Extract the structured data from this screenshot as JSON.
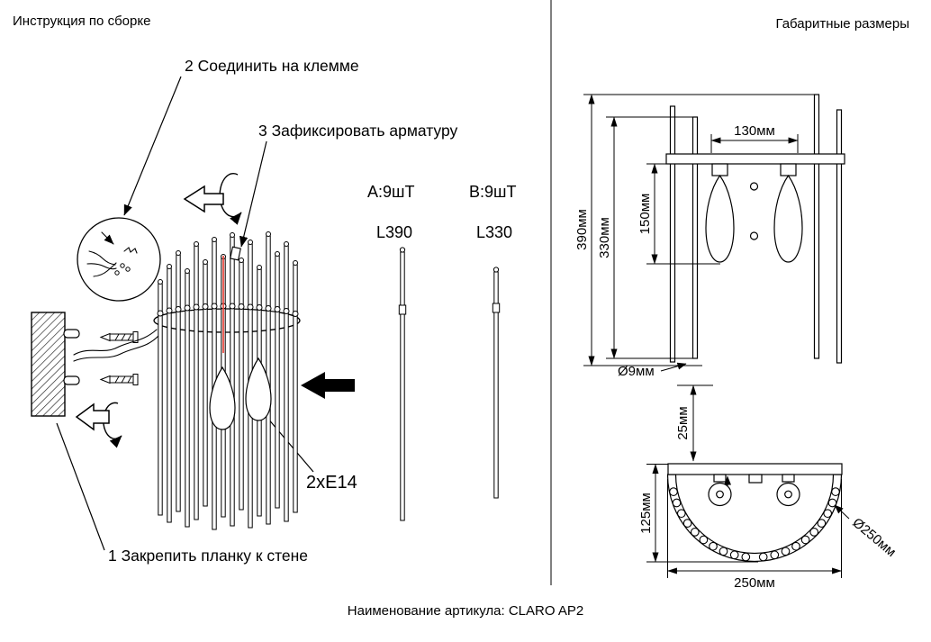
{
  "titles": {
    "left": "Инструкция по сборке",
    "right": "Габаритные размеры",
    "footer": "Наименование артикула: CLARO AP2"
  },
  "assembly": {
    "steps": {
      "s1": "1 Закрепить планку к стене",
      "s2": "2 Соединить на клемме",
      "s3": "3 Зафиксировать арматуру"
    },
    "bulb_label": "2хЕ14",
    "parts": {
      "a_qty": "А:9шТ",
      "a_len": "L390",
      "b_qty": "В:9шТ",
      "b_len": "L330"
    }
  },
  "dims": {
    "front": {
      "w130": "130мм",
      "h150": "150мм",
      "h330": "330мм",
      "h390": "390мм",
      "d9": "Ø9мм",
      "off25": "25мм"
    },
    "top": {
      "h125": "125мм",
      "w250": "250мм",
      "d250": "Ø250мм"
    }
  },
  "colors": {
    "line": "#000000",
    "highlight": "#e8392f",
    "background": "#ffffff"
  }
}
